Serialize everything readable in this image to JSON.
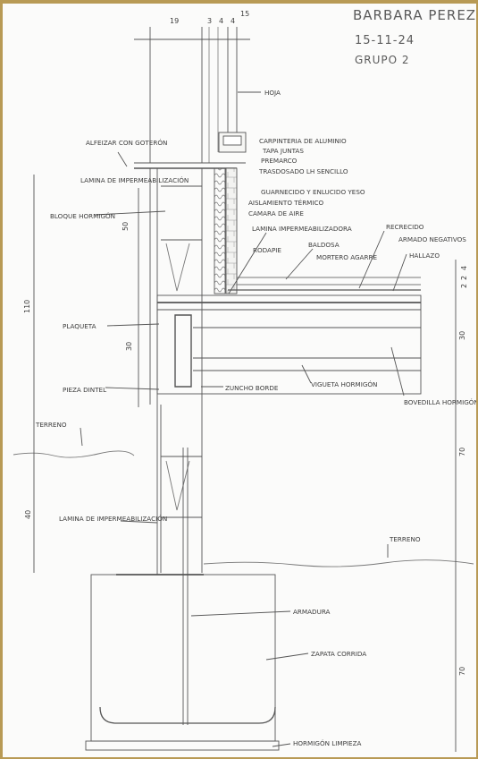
{
  "header": {
    "author": "BARBARA PEREZ",
    "date": "15-11-24",
    "group": "GRUPO 2"
  },
  "dimensions": {
    "top": [
      "19",
      "3",
      "4",
      "4",
      "15"
    ],
    "left": [
      "110",
      "50",
      "30",
      "40"
    ],
    "right_small": [
      "4",
      "2",
      "2"
    ],
    "right": [
      "30",
      "70",
      "70"
    ]
  },
  "labels": {
    "hoja": "HOJA",
    "carpinteria": "CARPINTERIA DE ALUMINIO",
    "tapajuntas": "TAPA JUNTAS",
    "alfeizar": "ALFEIZAR CON GOTERÓN",
    "premarco": "PREMARCO",
    "lamina_imp_top": "LAMINA DE IMPERMEABILIZACIÓN",
    "trasdosado": "TRASDOSADO LH SENCILLO",
    "guarnecido": "GUARNECIDO Y ENLUCIDO YESO",
    "aislamiento": "AISLAMIENTO TÉRMICO",
    "bloque": "BLOQUE HORMIGÓN",
    "camara": "CAMARA DE AIRE",
    "lamina_imp_mid": "LAMINA IMPERMEABILIZADORA",
    "recrecido": "RECRECIDO",
    "armado": "ARMADO NEGATIVOS",
    "rodapie": "RODAPIE",
    "baldosa": "BALDOSA",
    "mortero": "MORTERO AGARRE",
    "hallazo": "HALLAZO",
    "plaqueta": "PLAQUETA",
    "pieza_dintel": "PIEZA DINTEL",
    "zuncho": "ZUNCHO BORDE",
    "vigueta": "VIGUETA HORMIGÓN",
    "bovedilla": "BOVEDILLA HORMIGÓN",
    "terreno_left": "TERRENO",
    "terreno_right": "TERRENO",
    "lamina_imp_low": "LAMINA DE IMPERMEABILIZACIÓN",
    "armadura": "ARMADURA",
    "zapata": "ZAPATA CORRIDA",
    "hormigon_limpieza": "HORMIGÓN LIMPIEZA"
  }
}
